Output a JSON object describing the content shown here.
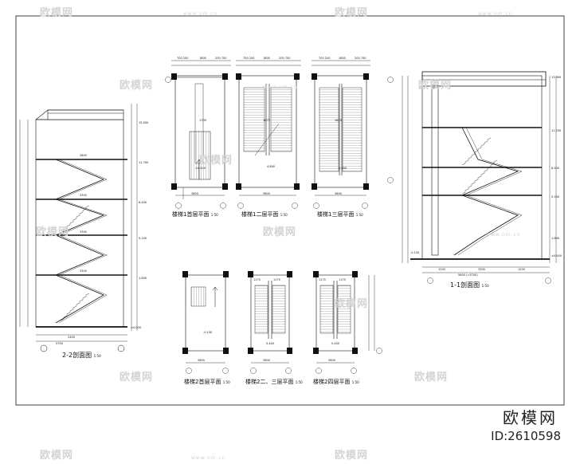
{
  "watermark": {
    "brand": "欧模网",
    "domain": "www.om.cn"
  },
  "brand": {
    "name": "欧模网",
    "id": "ID:2610598"
  },
  "captions": {
    "plan1_1": "楼梯1首层平面",
    "plan1_2": "楼梯1二层平面",
    "plan1_3": "楼梯1三层平面",
    "plan2_1": "楼梯2首层平面",
    "plan2_2": "楼梯2二、三层平面",
    "plan2_3": "楼梯2四层平面",
    "section22": "2-2剖面图",
    "section11": "1-1剖面图",
    "scale_small": "1:50"
  }
}
